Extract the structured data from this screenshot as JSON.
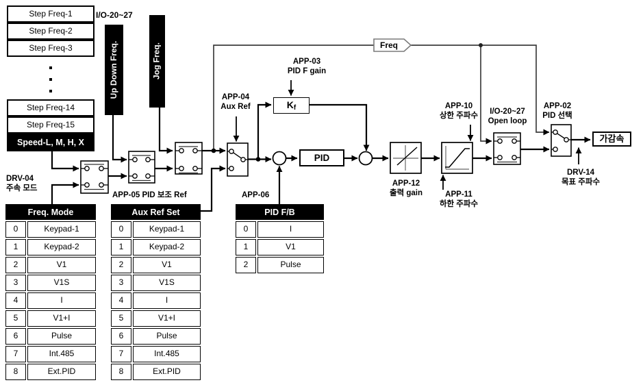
{
  "colors": {
    "line": "#000000",
    "freq_net": "#3d3d3d",
    "flag_border": "#7a7a7a",
    "inverse_bg": "#000000",
    "inverse_text": "#ffffff"
  },
  "step_list": {
    "top_items": [
      "Step Freq-1",
      "Step Freq-2",
      "Step Freq-3"
    ],
    "bottom_items": [
      "Step Freq-14",
      "Step Freq-15"
    ],
    "selected_item": "Speed-L, M, H, X"
  },
  "io_top_label": "I/O-20~27",
  "vertical_bars": {
    "updown": "Up Down Freq.",
    "jog": "Jog Freq."
  },
  "labels": {
    "drv04": {
      "line1": "DRV-04",
      "line2": "주속 모드"
    },
    "app05": "APP-05 PID 보조 Ref",
    "app06": "APP-06",
    "app04": {
      "line1": "APP-04",
      "line2": "Aux Ref"
    },
    "app03": {
      "line1": "APP-03",
      "line2": "PID F gain"
    },
    "app10": {
      "line1": "APP-10",
      "line2": "상한 주파수"
    },
    "app11": {
      "line1": "APP-11",
      "line2": "하한 주파수"
    },
    "app12": {
      "line1": "APP-12",
      "line2": "출력 gain"
    },
    "open_loop": {
      "line1": "I/O-20~27",
      "line2": "Open loop"
    },
    "app02": {
      "line1": "APP-02",
      "line2": "PID 선택"
    },
    "drv14": {
      "line1": "DRV-14",
      "line2": "목표 주파수"
    }
  },
  "blocks": {
    "kf_main": "K",
    "kf_sub": "f",
    "pid": "PID",
    "freq_flag": "Freq",
    "accel": "가감속"
  },
  "tables": {
    "freq_mode": {
      "header": "Freq. Mode",
      "rows": [
        [
          "0",
          "Keypad-1"
        ],
        [
          "1",
          "Keypad-2"
        ],
        [
          "2",
          "V1"
        ],
        [
          "3",
          "V1S"
        ],
        [
          "4",
          "I"
        ],
        [
          "5",
          "V1+I"
        ],
        [
          "6",
          "Pulse"
        ],
        [
          "7",
          "Int.485"
        ],
        [
          "8",
          "Ext.PID"
        ]
      ]
    },
    "aux_ref": {
      "header": "Aux Ref Set",
      "rows": [
        [
          "0",
          "Keypad-1"
        ],
        [
          "1",
          "Keypad-2"
        ],
        [
          "2",
          "V1"
        ],
        [
          "3",
          "V1S"
        ],
        [
          "4",
          "I"
        ],
        [
          "5",
          "V1+I"
        ],
        [
          "6",
          "Pulse"
        ],
        [
          "7",
          "Int.485"
        ],
        [
          "8",
          "Ext.PID"
        ]
      ]
    },
    "pid_fb": {
      "header": "PID F/B",
      "rows": [
        [
          "0",
          "I"
        ],
        [
          "1",
          "V1"
        ],
        [
          "2",
          "Pulse"
        ]
      ]
    }
  }
}
